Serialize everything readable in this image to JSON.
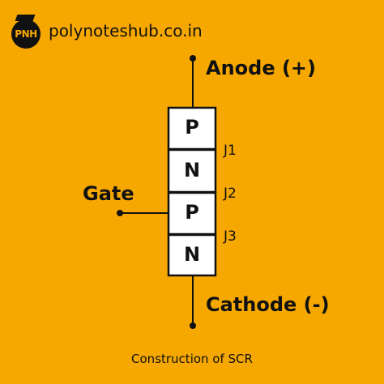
{
  "brand": {
    "logo_text": "PNH",
    "site": "polynoteshub.co.in"
  },
  "diagram": {
    "layers": [
      "P",
      "N",
      "P",
      "N"
    ],
    "anode_label": "Anode (+)",
    "cathode_label": "Cathode (-)",
    "gate_label": "Gate",
    "junctions": [
      "J1",
      "J2",
      "J3"
    ],
    "caption": "Construction of SCR"
  },
  "colors": {
    "background": "#f6a800",
    "stroke": "#111111",
    "layer_fill": "#ffffff"
  }
}
